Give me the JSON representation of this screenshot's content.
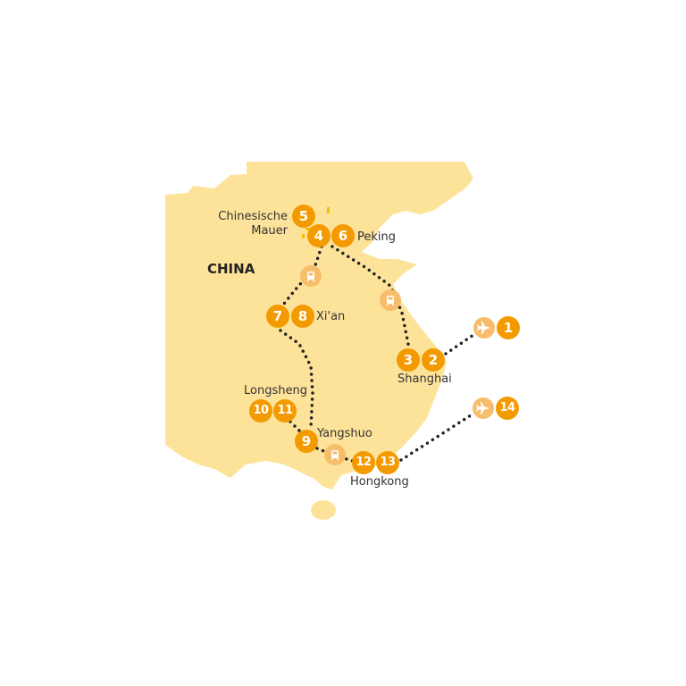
{
  "map": {
    "country_label": "CHINA",
    "colors": {
      "land": "#fde39a",
      "stop": "#f39a00",
      "transport": "#f8bd6a",
      "route": "#222222"
    },
    "places": {
      "great_wall_line1": "Chinesische",
      "great_wall_line2": "Mauer",
      "peking": "Peking",
      "xian": "Xi'an",
      "shanghai": "Shanghai",
      "longsheng": "Longsheng",
      "yangshuo": "Yangshuo",
      "hongkong": "Hongkong"
    },
    "stops": [
      "1",
      "2",
      "3",
      "4",
      "5",
      "6",
      "7",
      "8",
      "9",
      "10",
      "11",
      "12",
      "13",
      "14"
    ],
    "transport_icons": [
      "plane-icon",
      "train-icon"
    ]
  }
}
